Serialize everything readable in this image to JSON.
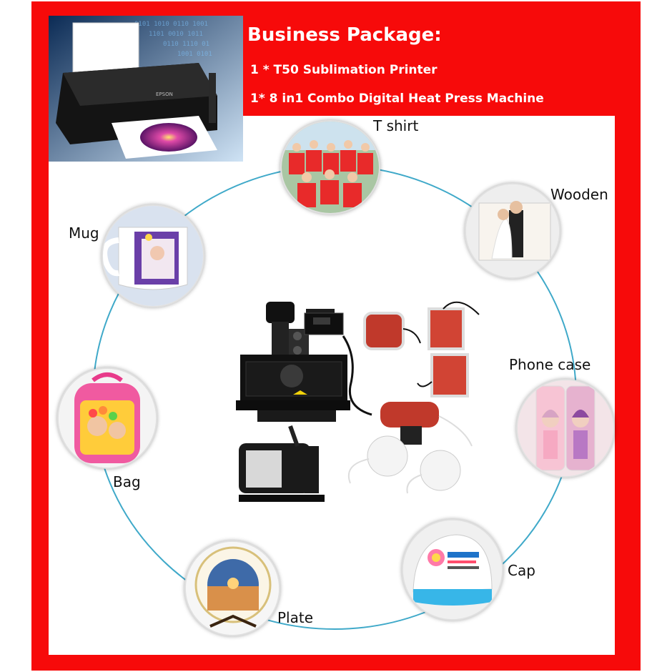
{
  "header": {
    "title": "Business Package:",
    "line1": "1 * T50 Sublimation Printer",
    "line2": "1* 8 in1 Combo Digital Heat Press Machine"
  },
  "printer": {
    "icon": "printer-icon",
    "brand": "EPSON"
  },
  "products": [
    {
      "label": "T shirt",
      "icon": "tshirt-photo-icon"
    },
    {
      "label": "Wooden",
      "icon": "wooden-photo-icon"
    },
    {
      "label": "Phone case",
      "icon": "phone-case-icon"
    },
    {
      "label": "Cap",
      "icon": "cap-icon"
    },
    {
      "label": "Plate",
      "icon": "plate-icon"
    },
    {
      "label": "Bag",
      "icon": "bag-icon"
    },
    {
      "label": "Mug",
      "icon": "mug-icon"
    }
  ],
  "colors": {
    "frame_red": "#f70a0a",
    "ring_blue": "#3fa9c9",
    "header_text": "#ffffff"
  }
}
